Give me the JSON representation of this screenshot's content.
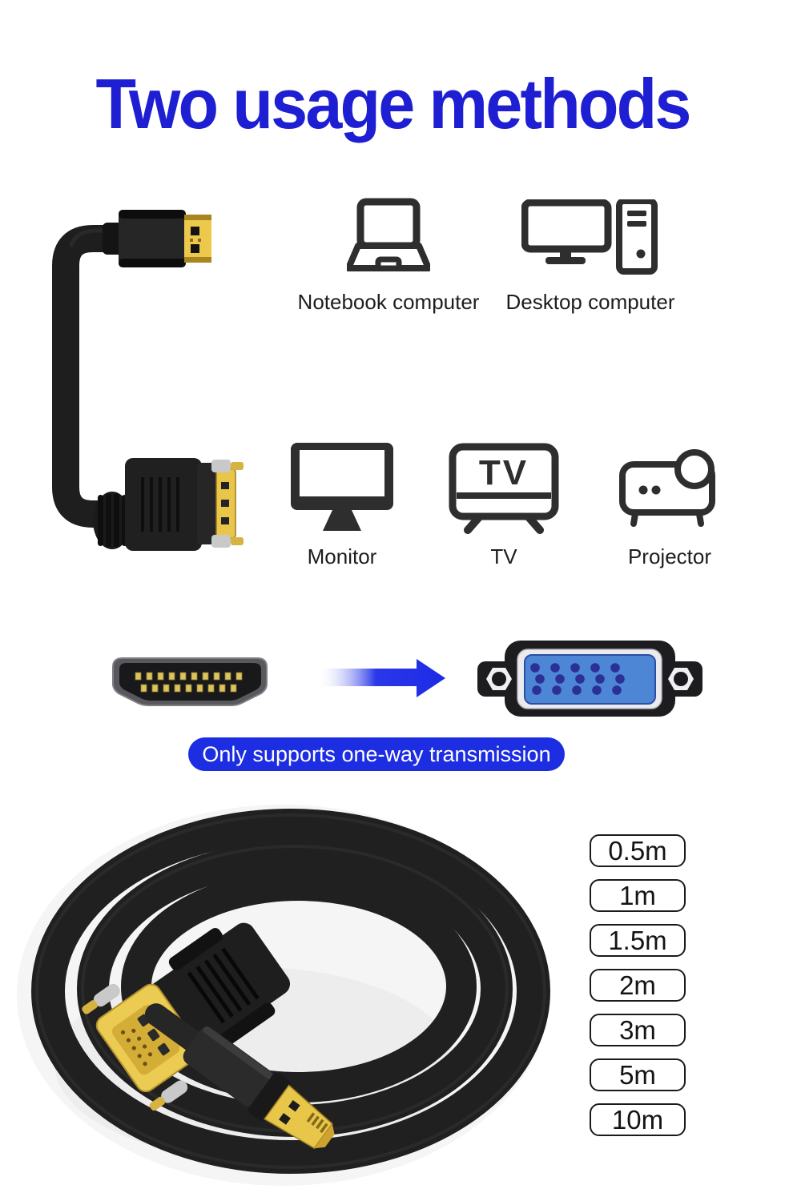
{
  "title": {
    "text": "Two usage methods"
  },
  "sources": {
    "items": [
      {
        "label": "Notebook computer",
        "icon": "laptop-icon"
      },
      {
        "label": "Desktop computer",
        "icon": "desktop-pc-icon"
      }
    ]
  },
  "displays": {
    "items": [
      {
        "label": "Monitor",
        "icon": "monitor-icon"
      },
      {
        "label": "TV",
        "icon": "tv-icon"
      },
      {
        "label": "Projector",
        "icon": "projector-icon"
      }
    ]
  },
  "tv_glyph": "TV",
  "conversion": {
    "from_icon": "hdmi-connector-icon",
    "arrow_icon": "right-arrow-icon",
    "to_icon": "vga-connector-icon",
    "note": "Only supports one-way transmission"
  },
  "lengths": {
    "options": [
      "0.5m",
      "1m",
      "1.5m",
      "2m",
      "3m",
      "5m",
      "10m"
    ]
  },
  "colors": {
    "title_blue": "#1e1ed2",
    "note_pill_blue": "#1c2de2",
    "arrow_blue": "#2334e8",
    "device_icon_dark": "#2e2e2e",
    "connector_gold": "#e8c24a",
    "vga_insert_blue": "#4e86d6"
  }
}
